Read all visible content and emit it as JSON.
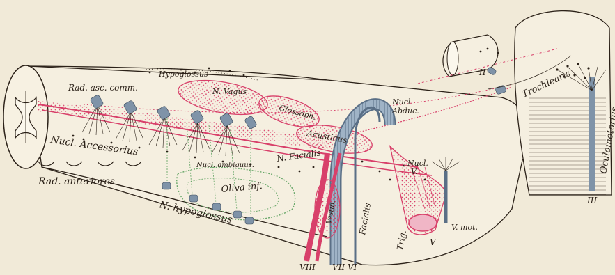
{
  "labels": {
    "rad_asc_comm": "Rad. asc. comm.",
    "hypoglossus_top": "Hypoglossus",
    "n_vagus": "N. Vagus",
    "glossoph": "Glossoph.",
    "nucl_abduc_1": "Nucl.",
    "nucl_abduc_2": "Abduc.",
    "nucl_accessorius": "Nucl. Accessorius",
    "nucl_ambiguus": "Nucl. ambiguus.",
    "acusticus": "Acusticus",
    "n_facialis": "N. Facialis",
    "nucl_trig_1": "Nucl.",
    "nucl_trig_2": "V.",
    "rad_anteriores": "Rad. anteriores",
    "oliva_inf": "Oliva inf.",
    "n_hypoglossus": "N. hypoglossus",
    "vestib": "Vestib.",
    "facialis": "Facialis",
    "trig": "Trig.",
    "v_mot": "V. mot.",
    "trochlearis": "Trochlearis",
    "oculomotorius": "Oculomotorius",
    "roman_ii": "II",
    "roman_iii": "III",
    "roman_v": "V",
    "roman_vii_vi": "VII VI",
    "roman_viii": "VIII"
  },
  "colors": {
    "paper": "#f1ead8",
    "ink": "#2b2118",
    "sensory": "#d8406a",
    "motor": "#7f93a8",
    "olive": "#6aa86a"
  }
}
